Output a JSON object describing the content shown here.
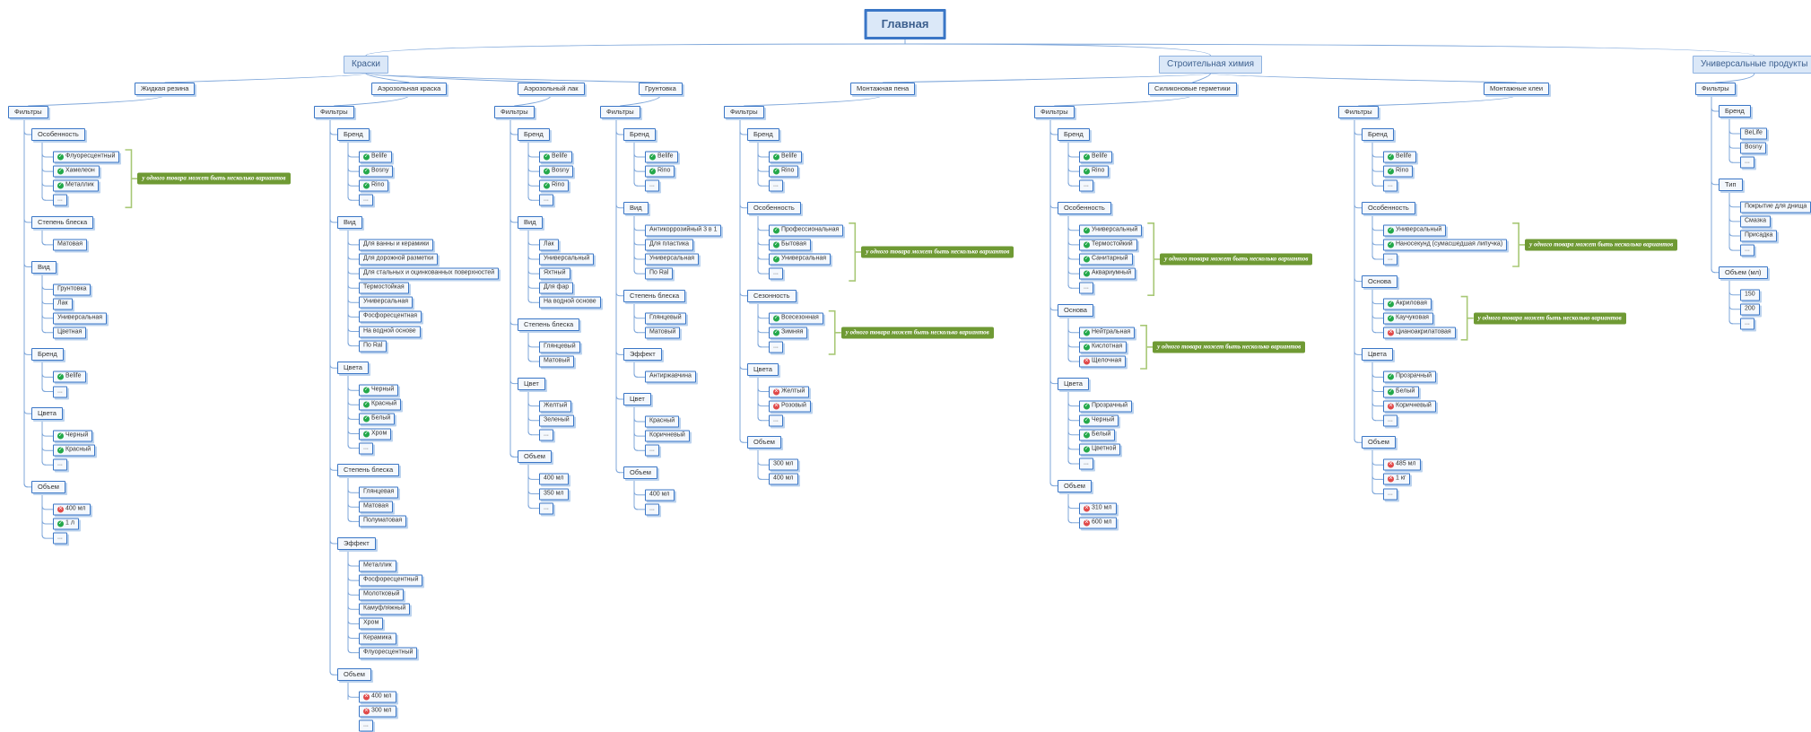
{
  "root": "Главная",
  "categories": [
    {
      "label": "Краски",
      "products": [
        {
          "label": "Жидкая резина",
          "filters_label": "Фильтры",
          "groups": [
            {
              "label": "Особенность",
              "items": [
                {
                  "t": "Флуоресцентный",
                  "s": "ok"
                },
                {
                  "t": "Хамелеон",
                  "s": "ok"
                },
                {
                  "t": "Металлик",
                  "s": "ok"
                },
                {
                  "t": "..."
                }
              ],
              "note": "у одного товара может быть несколько вариантов"
            },
            {
              "label": "Степень блеска",
              "items": [
                {
                  "t": "Матовая"
                }
              ]
            },
            {
              "label": "Вид",
              "items": [
                {
                  "t": "Грунтовка"
                },
                {
                  "t": "Лак"
                },
                {
                  "t": "Универсальная"
                },
                {
                  "t": "Цветная"
                }
              ]
            },
            {
              "label": "Бренд",
              "items": [
                {
                  "t": "Belife",
                  "s": "ok"
                },
                {
                  "t": "..."
                }
              ]
            },
            {
              "label": "Цвета",
              "items": [
                {
                  "t": "Черный",
                  "s": "ok"
                },
                {
                  "t": "Красный",
                  "s": "ok"
                },
                {
                  "t": "..."
                }
              ]
            },
            {
              "label": "Объем",
              "items": [
                {
                  "t": "400 мл",
                  "s": "no"
                },
                {
                  "t": "1 л",
                  "s": "ok"
                },
                {
                  "t": "..."
                }
              ]
            }
          ]
        },
        {
          "label": "Аэрозольная краска",
          "filters_label": "Фильтры",
          "groups": [
            {
              "label": "Бренд",
              "items": [
                {
                  "t": "Belife",
                  "s": "ok"
                },
                {
                  "t": "Bosny",
                  "s": "ok"
                },
                {
                  "t": "Rino",
                  "s": "ok"
                },
                {
                  "t": "..."
                }
              ]
            },
            {
              "label": "Вид",
              "items": [
                {
                  "t": "Для ванны и керамики"
                },
                {
                  "t": "Для дорожной разметки"
                },
                {
                  "t": "Для стальных и оцинкованных поверхностей"
                },
                {
                  "t": "Термостойкая"
                },
                {
                  "t": "Универсальная"
                },
                {
                  "t": "Фосфоресцентная"
                },
                {
                  "t": "На водной основе"
                },
                {
                  "t": "По Ral"
                }
              ]
            },
            {
              "label": "Цвета",
              "items": [
                {
                  "t": "Черный",
                  "s": "ok"
                },
                {
                  "t": "Красный",
                  "s": "ok"
                },
                {
                  "t": "Белый",
                  "s": "ok"
                },
                {
                  "t": "Хром",
                  "s": "ok"
                },
                {
                  "t": "..."
                }
              ]
            },
            {
              "label": "Степень блеска",
              "items": [
                {
                  "t": "Глянцевая"
                },
                {
                  "t": "Матовая"
                },
                {
                  "t": "Полуматовая"
                }
              ]
            },
            {
              "label": "Эффект",
              "items": [
                {
                  "t": "Металлик"
                },
                {
                  "t": "Фосфоресцентный"
                },
                {
                  "t": "Молотковый"
                },
                {
                  "t": "Камуфляжный"
                },
                {
                  "t": "Хром"
                },
                {
                  "t": "Керамика"
                },
                {
                  "t": "Флуоресцентный"
                }
              ]
            },
            {
              "label": "Объем",
              "items": [
                {
                  "t": "400 мл",
                  "s": "no"
                },
                {
                  "t": "300 мл",
                  "s": "no"
                },
                {
                  "t": "..."
                }
              ]
            }
          ]
        },
        {
          "label": "Аэрозольный лак",
          "filters_label": "Фильтры",
          "groups": [
            {
              "label": "Бренд",
              "items": [
                {
                  "t": "Belife",
                  "s": "ok"
                },
                {
                  "t": "Bosny",
                  "s": "ok"
                },
                {
                  "t": "Rino",
                  "s": "ok"
                },
                {
                  "t": "..."
                }
              ]
            },
            {
              "label": "Вид",
              "items": [
                {
                  "t": "Лак"
                },
                {
                  "t": "Универсальный"
                },
                {
                  "t": "Яхтный"
                },
                {
                  "t": "Для фар"
                },
                {
                  "t": "На водной основе"
                }
              ]
            },
            {
              "label": "Степень блеска",
              "items": [
                {
                  "t": "Глянцевый"
                },
                {
                  "t": "Матовый"
                }
              ]
            },
            {
              "label": "Цвет",
              "items": [
                {
                  "t": "Желтый"
                },
                {
                  "t": "Зеленый"
                },
                {
                  "t": "..."
                }
              ]
            },
            {
              "label": "Объем",
              "items": [
                {
                  "t": "400 мл"
                },
                {
                  "t": "350 мл"
                },
                {
                  "t": "..."
                }
              ]
            }
          ]
        },
        {
          "label": "Грунтовка",
          "filters_label": "Фильтры",
          "groups": [
            {
              "label": "Бренд",
              "items": [
                {
                  "t": "Belife",
                  "s": "ok"
                },
                {
                  "t": "Rino",
                  "s": "ok"
                },
                {
                  "t": "..."
                }
              ]
            },
            {
              "label": "Вид",
              "items": [
                {
                  "t": "Антикоррозийный 3 в 1"
                },
                {
                  "t": "Для пластика"
                },
                {
                  "t": "Универсальная"
                },
                {
                  "t": "По Ral"
                }
              ]
            },
            {
              "label": "Степень блеска",
              "items": [
                {
                  "t": "Глянцевый"
                },
                {
                  "t": "Матовый"
                }
              ]
            },
            {
              "label": "Эффект",
              "items": [
                {
                  "t": "Антиржавчина"
                }
              ]
            },
            {
              "label": "Цвет",
              "items": [
                {
                  "t": "Красный"
                },
                {
                  "t": "Коричневый"
                },
                {
                  "t": "..."
                }
              ]
            },
            {
              "label": "Объем",
              "items": [
                {
                  "t": "400 мл"
                },
                {
                  "t": "..."
                }
              ]
            }
          ]
        }
      ]
    },
    {
      "label": "Строительная химия",
      "products": [
        {
          "label": "Монтажная пена",
          "filters_label": "Фильтры",
          "groups": [
            {
              "label": "Бренд",
              "items": [
                {
                  "t": "Belife",
                  "s": "ok"
                },
                {
                  "t": "Rino",
                  "s": "ok"
                },
                {
                  "t": "..."
                }
              ]
            },
            {
              "label": "Особенность",
              "items": [
                {
                  "t": "Профессиональная",
                  "s": "ok"
                },
                {
                  "t": "Бытовая",
                  "s": "ok"
                },
                {
                  "t": "Универсальная",
                  "s": "ok"
                },
                {
                  "t": "..."
                }
              ],
              "note": "у одного товара может быть несколько вариантов"
            },
            {
              "label": "Сезонность",
              "items": [
                {
                  "t": "Всесезонная",
                  "s": "ok"
                },
                {
                  "t": "Зимняя",
                  "s": "ok"
                },
                {
                  "t": "..."
                }
              ],
              "note": "у одного товара может быть несколько вариантов"
            },
            {
              "label": "Цвета",
              "items": [
                {
                  "t": "Желтый",
                  "s": "no"
                },
                {
                  "t": "Розовый",
                  "s": "no"
                },
                {
                  "t": "..."
                }
              ]
            },
            {
              "label": "Объем",
              "items": [
                {
                  "t": "300 мл"
                },
                {
                  "t": "400 мл"
                }
              ]
            }
          ]
        },
        {
          "label": "Силиконовые герметики",
          "filters_label": "Фильтры",
          "groups": [
            {
              "label": "Бренд",
              "items": [
                {
                  "t": "Belife",
                  "s": "ok"
                },
                {
                  "t": "Rino",
                  "s": "ok"
                },
                {
                  "t": "..."
                }
              ]
            },
            {
              "label": "Особенность",
              "items": [
                {
                  "t": "Универсальный",
                  "s": "ok"
                },
                {
                  "t": "Термостойкий",
                  "s": "ok"
                },
                {
                  "t": "Санитарный",
                  "s": "ok"
                },
                {
                  "t": "Аквариумный",
                  "s": "ok"
                },
                {
                  "t": "..."
                }
              ],
              "note": "у одного товара может быть несколько вариантов"
            },
            {
              "label": "Основа",
              "items": [
                {
                  "t": "Нейтральная",
                  "s": "ok"
                },
                {
                  "t": "Кислотная",
                  "s": "ok"
                },
                {
                  "t": "Щелочная",
                  "s": "no"
                }
              ],
              "note": "у одного товара может быть несколько вариантов"
            },
            {
              "label": "Цвета",
              "items": [
                {
                  "t": "Прозрачный",
                  "s": "ok"
                },
                {
                  "t": "Черный",
                  "s": "ok"
                },
                {
                  "t": "Белый",
                  "s": "ok"
                },
                {
                  "t": "Цветной",
                  "s": "ok"
                },
                {
                  "t": "..."
                }
              ]
            },
            {
              "label": "Объем",
              "items": [
                {
                  "t": "310 мл",
                  "s": "no"
                },
                {
                  "t": "600 мл",
                  "s": "no"
                }
              ]
            }
          ]
        },
        {
          "label": "Монтажные клеи",
          "filters_label": "Фильтры",
          "groups": [
            {
              "label": "Бренд",
              "items": [
                {
                  "t": "Belife",
                  "s": "ok"
                },
                {
                  "t": "Rino",
                  "s": "ok"
                },
                {
                  "t": "..."
                }
              ]
            },
            {
              "label": "Особенность",
              "items": [
                {
                  "t": "Универсальный",
                  "s": "ok"
                },
                {
                  "t": "Наносекунд (сумасшедшая липучка)",
                  "s": "ok"
                },
                {
                  "t": "..."
                }
              ],
              "note": "у одного товара может быть несколько вариантов"
            },
            {
              "label": "Основа",
              "items": [
                {
                  "t": "Акриловая",
                  "s": "ok"
                },
                {
                  "t": "Каучуковая",
                  "s": "ok"
                },
                {
                  "t": "Цианоакрилатовая",
                  "s": "no"
                }
              ],
              "note": "у одного товара может быть несколько вариантов"
            },
            {
              "label": "Цвета",
              "items": [
                {
                  "t": "Прозрачный",
                  "s": "ok"
                },
                {
                  "t": "Белый",
                  "s": "ok"
                },
                {
                  "t": "Коричневый",
                  "s": "no"
                },
                {
                  "t": "..."
                }
              ]
            },
            {
              "label": "Объем",
              "items": [
                {
                  "t": "485 мл",
                  "s": "no"
                },
                {
                  "t": "1 кг",
                  "s": "no"
                },
                {
                  "t": "..."
                }
              ]
            }
          ]
        }
      ]
    },
    {
      "label": "Универсальные продукты",
      "filters_label": "Фильтры",
      "groups": [
        {
          "label": "Бренд",
          "items": [
            {
              "t": "BeLife"
            },
            {
              "t": "Bosny"
            },
            {
              "t": "..."
            }
          ]
        },
        {
          "label": "Тип",
          "items": [
            {
              "t": "Покрытие для днища"
            },
            {
              "t": "Смазка"
            },
            {
              "t": "Присадка"
            },
            {
              "t": "..."
            }
          ]
        },
        {
          "label": "Объем (мл)",
          "items": [
            {
              "t": "150"
            },
            {
              "t": "200"
            },
            {
              "t": "..."
            }
          ]
        }
      ]
    }
  ],
  "colors": {
    "border": "#3a76c6",
    "line": "#7fa7da",
    "note": "#6f9a34",
    "bracket": "#a8c876",
    "check": "#23a84a",
    "cross": "#e04848"
  }
}
